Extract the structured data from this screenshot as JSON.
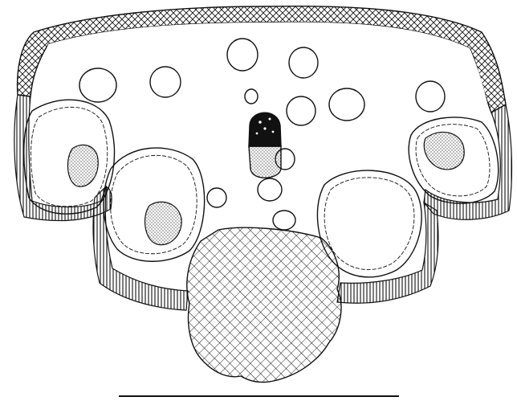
{
  "figure": {
    "kind": "botanical cross-section line drawing",
    "colors": {
      "ink": "#111111",
      "background": "#ffffff",
      "dark_tissue": "#111111"
    },
    "regions": [
      "outer-crosshatch-band",
      "ground-tissue",
      "vascular-bundles-with-sheaths",
      "parenchyma-cells",
      "central-dark-cell",
      "grid-hatched-base",
      "scale-bar"
    ]
  }
}
